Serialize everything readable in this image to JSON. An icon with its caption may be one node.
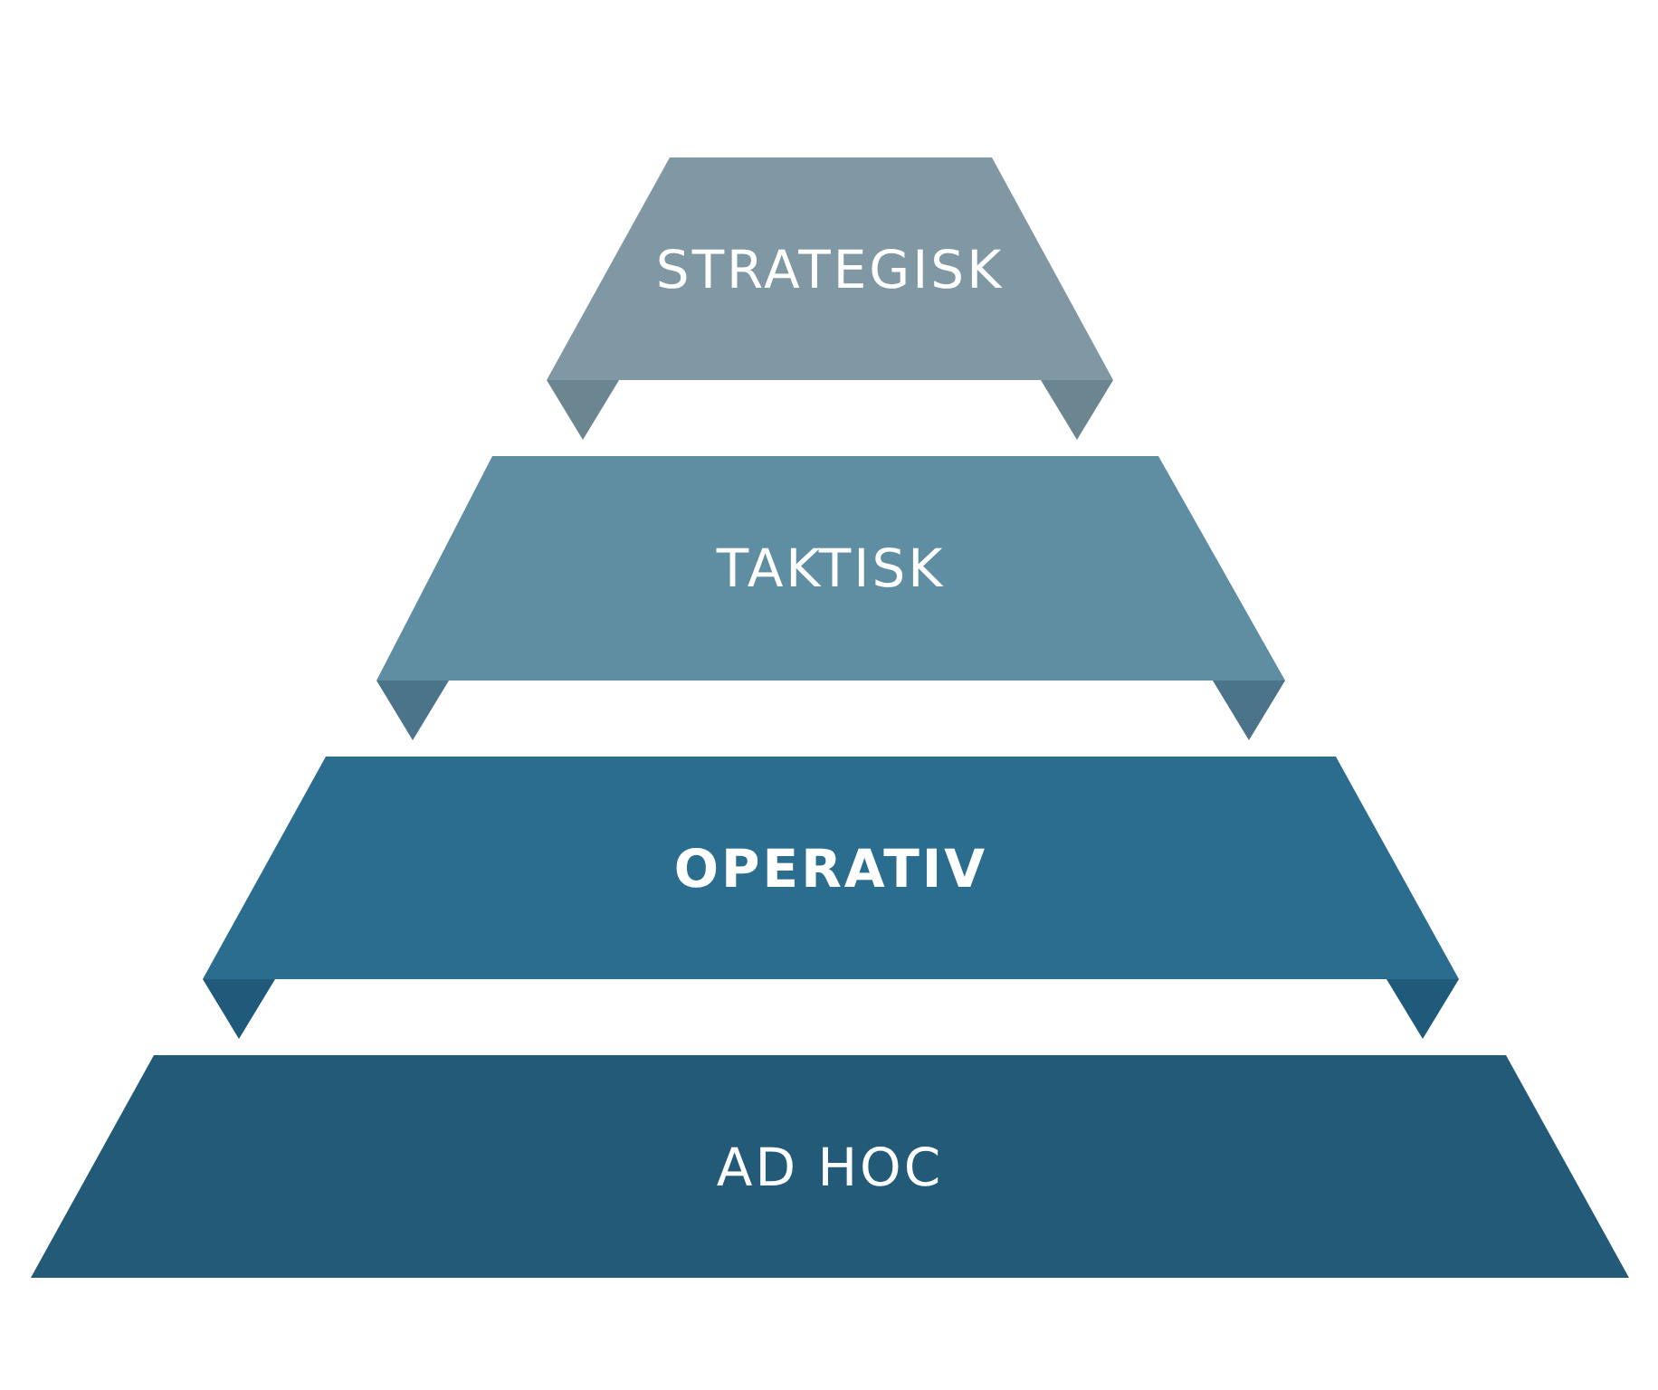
{
  "diagram": {
    "nodes": [
      {
        "text": [
          "STRATEGISK"
        ]
      },
      {
        "text": [
          "TAKTISK"
        ]
      },
      {
        "text": [
          "**OPERATIV**"
        ]
      },
      {
        "text": [
          "AD HOC"
        ]
      }
    ]
  }
}
